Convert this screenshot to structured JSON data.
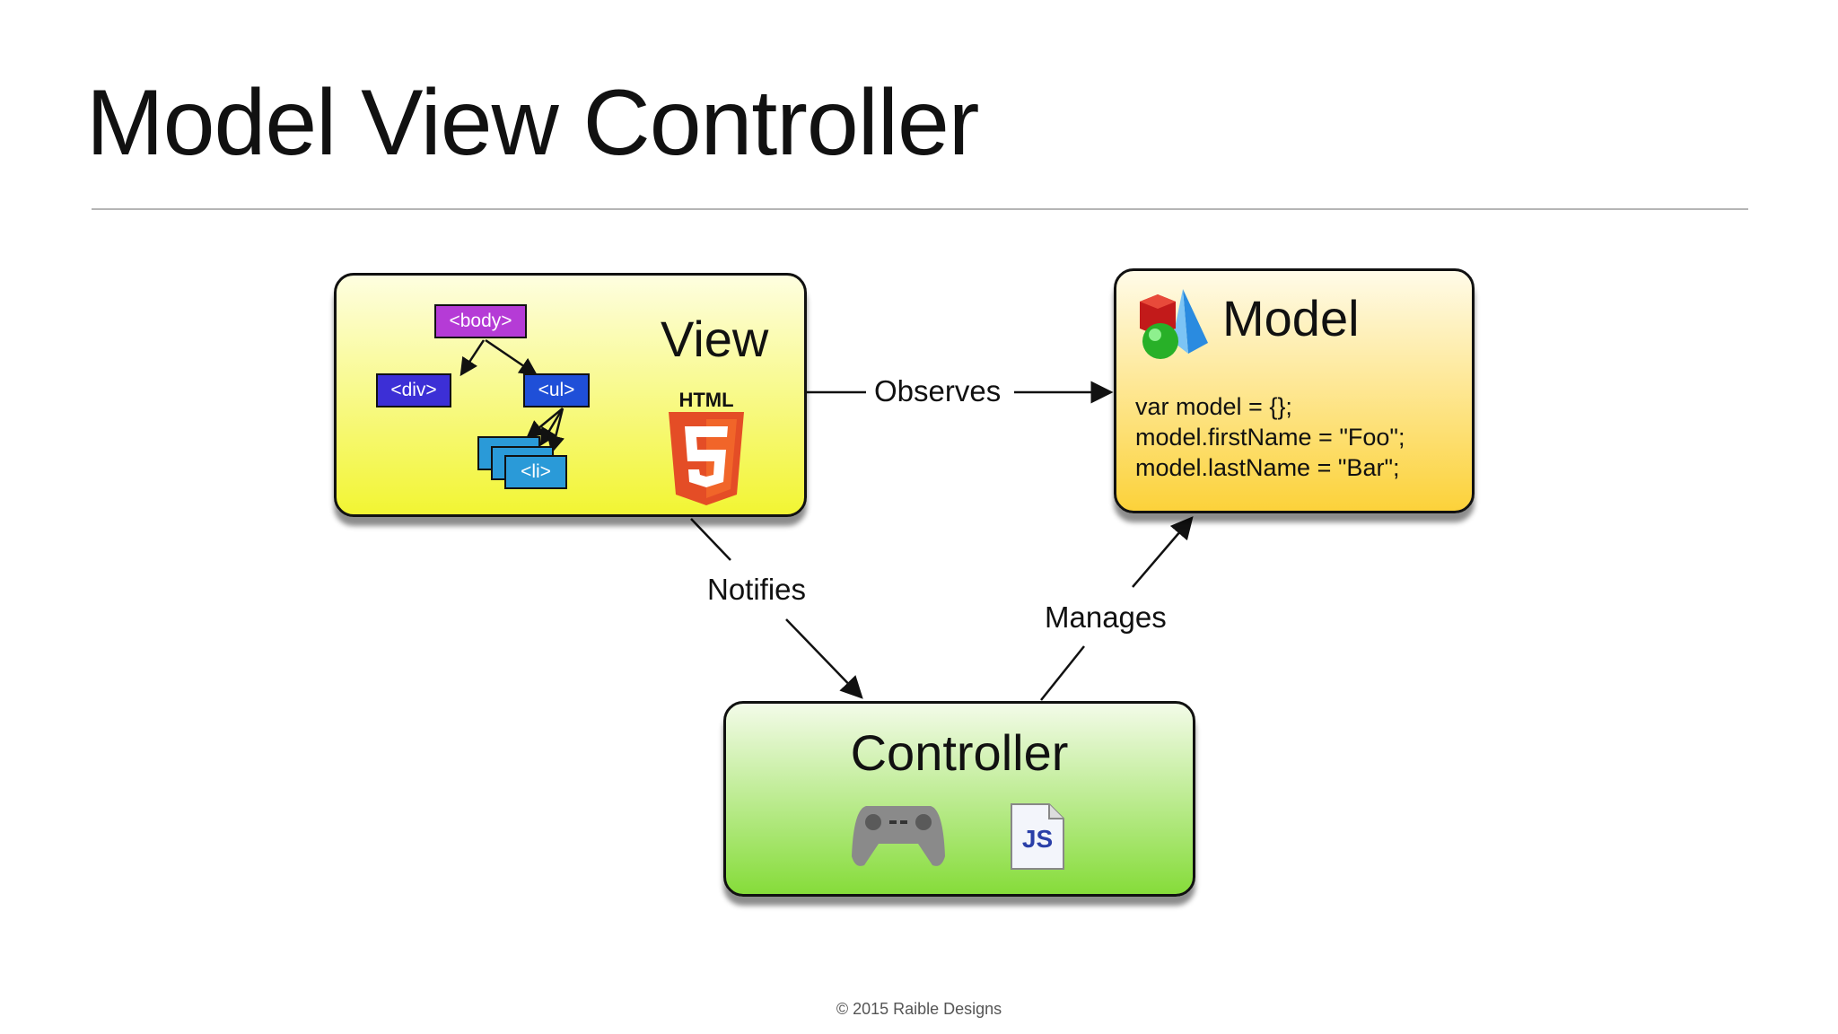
{
  "title": "Model View Controller",
  "view": {
    "label": "View",
    "tags": {
      "body": "<body>",
      "div": "<div>",
      "ul": "<ul>",
      "li": "<li>"
    },
    "html5_logo_text": "HTML"
  },
  "model": {
    "label": "Model",
    "code": [
      "var model = {};",
      "model.firstName = \"Foo\";",
      "model.lastName = \"Bar\";"
    ]
  },
  "controller": {
    "label": "Controller",
    "js_icon_text": "JS"
  },
  "arrows": {
    "observes": "Observes",
    "notifies": "Notifies",
    "manages": "Manages"
  },
  "footer": "© 2015 Raible Designs",
  "colors": {
    "view": "#f2f533",
    "model": "#fcd23a",
    "controller": "#86dc3a",
    "body_tag": "#b53bd6",
    "div_tag": "#3c2fd6",
    "ul_tag": "#1f4fd8",
    "li_tag": "#2a9ad8"
  }
}
